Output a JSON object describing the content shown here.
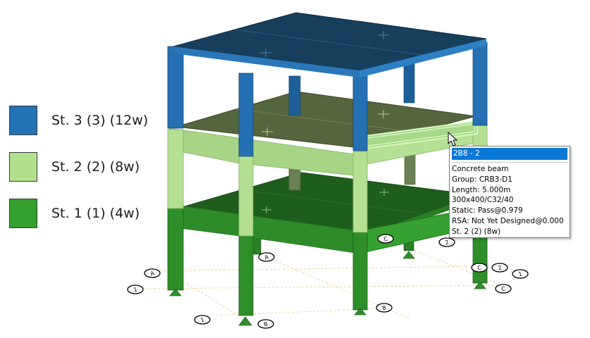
{
  "legend": {
    "items": [
      {
        "label": "St. 3 (3) (12w)",
        "color": "#2573b5"
      },
      {
        "label": "St. 2 (2) (8w)",
        "color": "#b3e08c"
      },
      {
        "label": "St. 1 (1) (4w)",
        "color": "#34a12e"
      }
    ]
  },
  "colors": {
    "storey3": "#1f6aac",
    "storey3_slab": "#173f5c",
    "storey2": "#a7d486",
    "storey2_slab": "#55653d",
    "storey1": "#2e8b2a",
    "storey1_slab": "#1e5c1b",
    "selection": "#c7f0a6",
    "tooltip_title_bg": "#0a78d6"
  },
  "grid_bubbles": [
    {
      "label": "A"
    },
    {
      "label": "1"
    },
    {
      "label": "A"
    },
    {
      "label": "1"
    },
    {
      "label": "2"
    },
    {
      "label": "B"
    },
    {
      "label": "C"
    },
    {
      "label": "B"
    },
    {
      "label": "C"
    },
    {
      "label": "2"
    },
    {
      "label": "1"
    },
    {
      "label": "C"
    }
  ],
  "tooltip": {
    "title": "2B8 - 2",
    "lines": [
      "Concrete beam",
      "Group: CRB3-D1",
      "Length: 5.000m",
      "300x400/C32/40",
      "Static: Pass@0.979",
      "RSA: Not Yet Designed@0.000",
      "St. 2 (2) (8w)"
    ]
  },
  "cursor_icon": "arrow-cursor-icon"
}
